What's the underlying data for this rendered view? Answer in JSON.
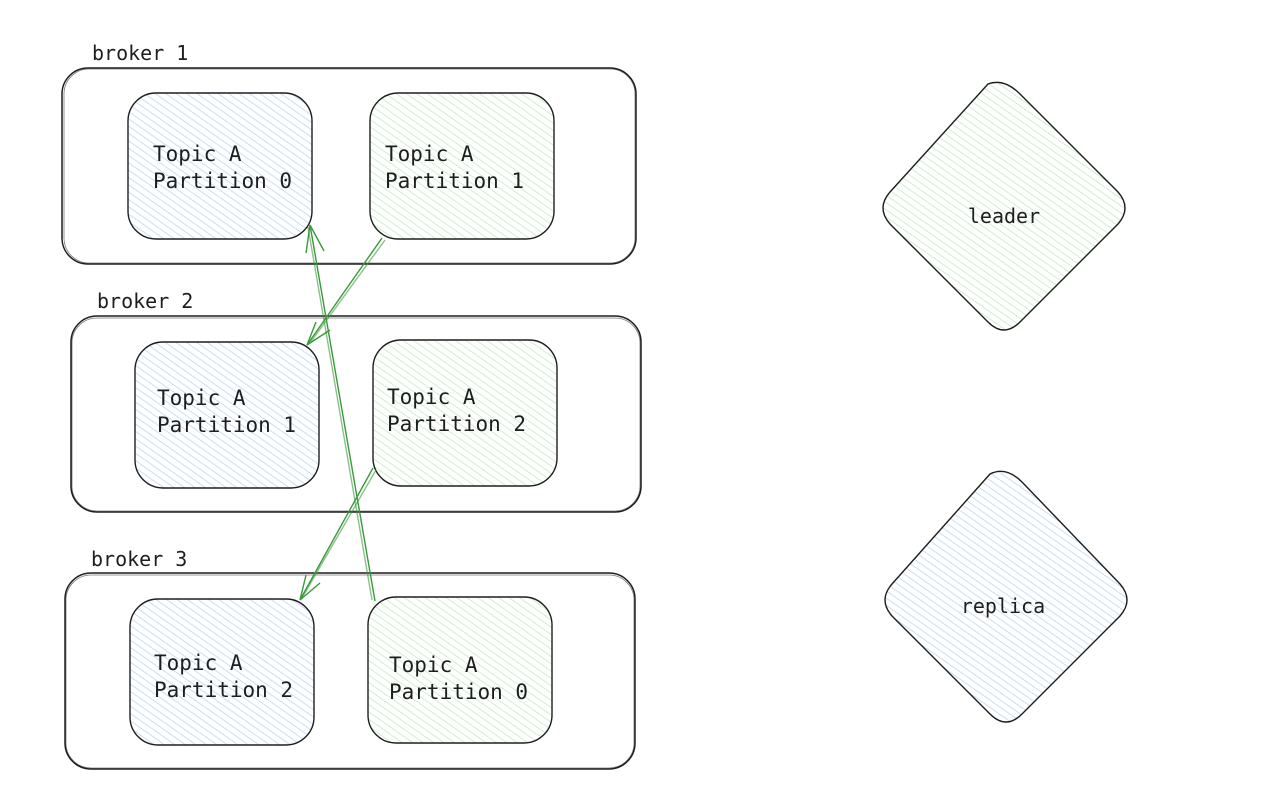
{
  "colors": {
    "stroke": "#1e1e1e",
    "replica_fill": "#a5c8ec",
    "leader_fill": "#b2e2b2",
    "arrow": "#3a9a3a"
  },
  "brokers": [
    {
      "label": "broker 1",
      "partitions": [
        {
          "line1": "Topic A",
          "line2": "Partition 0",
          "role": "replica"
        },
        {
          "line1": "Topic A",
          "line2": "Partition 1",
          "role": "leader"
        }
      ]
    },
    {
      "label": "broker 2",
      "partitions": [
        {
          "line1": "Topic A",
          "line2": "Partition 1",
          "role": "replica"
        },
        {
          "line1": "Topic A",
          "line2": "Partition 2",
          "role": "leader"
        }
      ]
    },
    {
      "label": "broker 3",
      "partitions": [
        {
          "line1": "Topic A",
          "line2": "Partition 2",
          "role": "replica"
        },
        {
          "line1": "Topic A",
          "line2": "Partition 0",
          "role": "leader"
        }
      ]
    }
  ],
  "legend": {
    "leader": "leader",
    "replica": "replica"
  }
}
